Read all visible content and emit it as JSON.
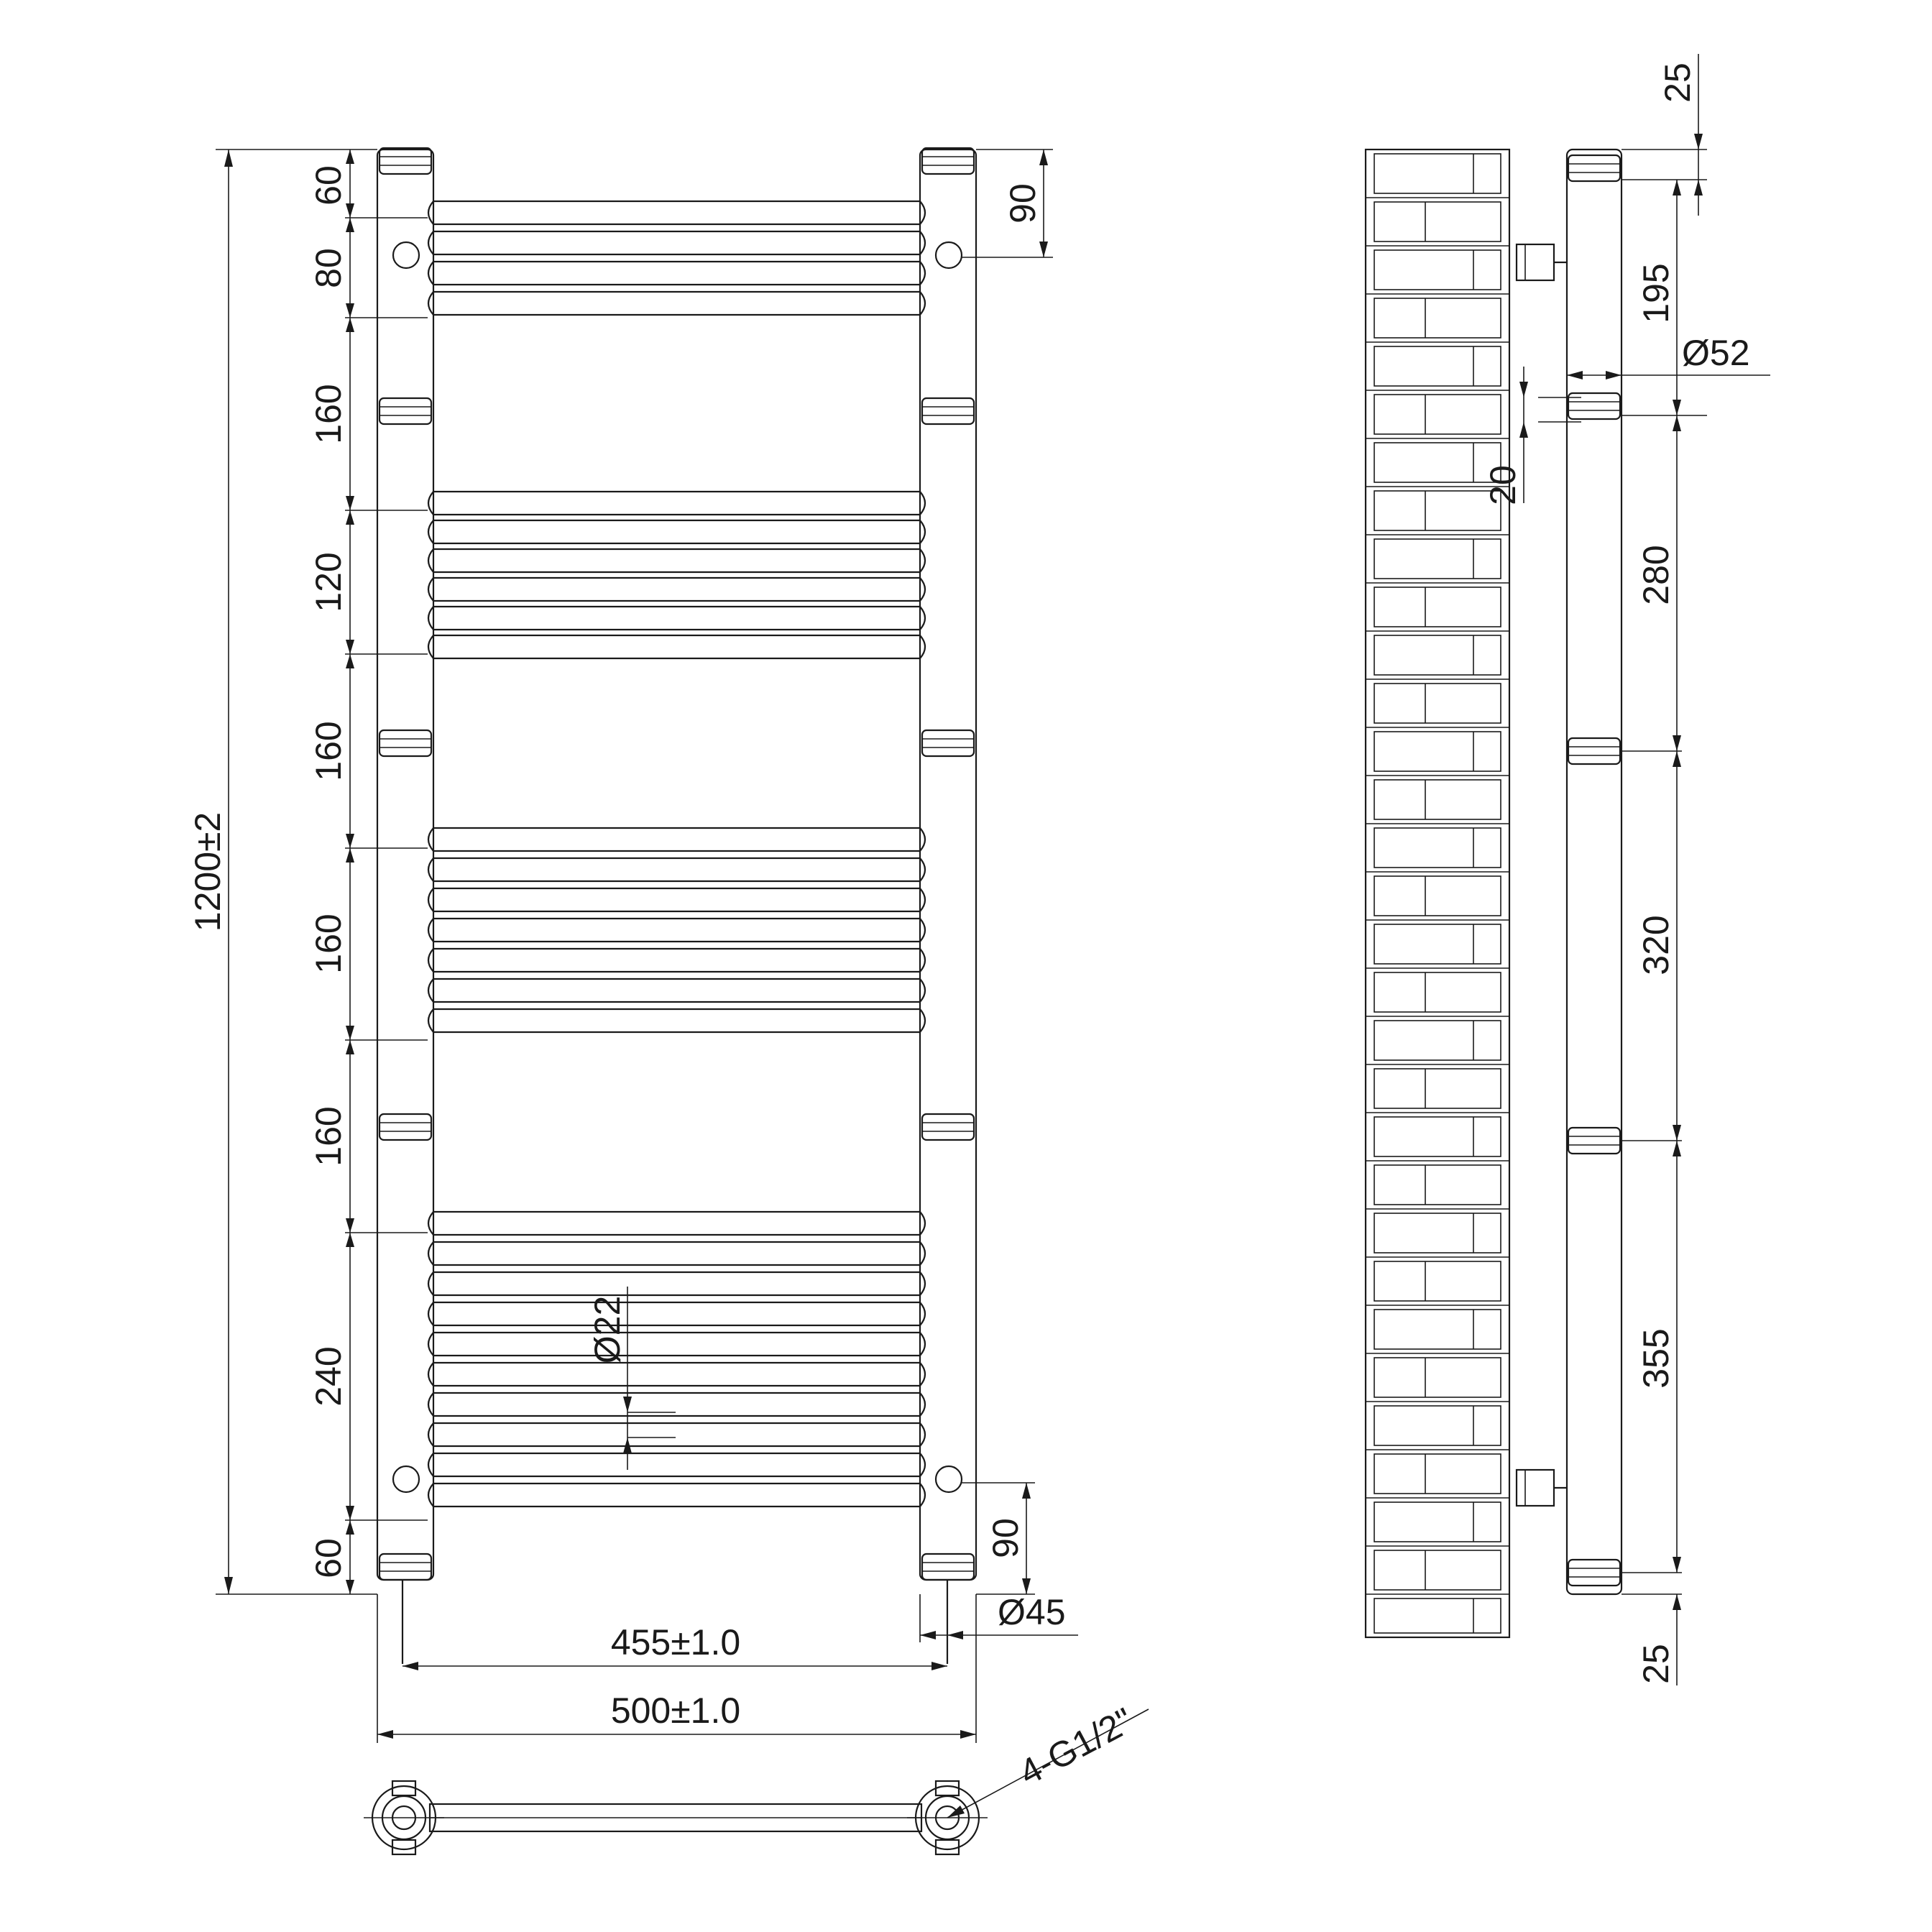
{
  "front_view": {
    "overall_height": "1200±2",
    "left_dims": [
      "60",
      "80",
      "160",
      "120",
      "160",
      "160",
      "160",
      "240",
      "60"
    ],
    "right_top_dim": "90",
    "right_bottom_dim": "90",
    "bar_diameter": "Ø22",
    "pipe_diameter": "Ø45",
    "inner_width": "455±1.0",
    "outer_width": "500±1.0"
  },
  "bottom_view": {
    "connection": "4-G1/2\""
  },
  "side_view": {
    "top_offset": "25",
    "bottom_offset": "25",
    "top_segment": "195",
    "pipe_diameter": "Ø52",
    "ring_height": "20",
    "segments": [
      "280",
      "320",
      "355"
    ]
  },
  "colors": {
    "line": "#1a1a1a",
    "background": "#ffffff"
  }
}
